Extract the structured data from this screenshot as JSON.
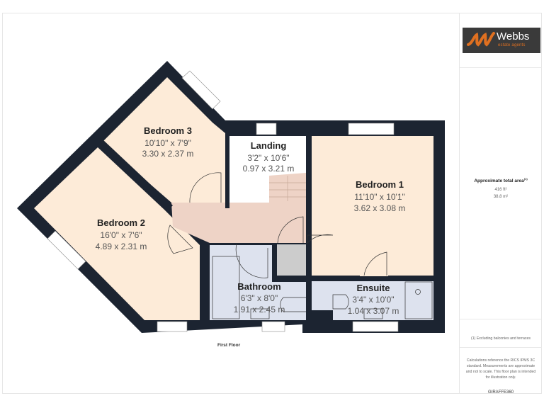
{
  "brand": {
    "name": "Webbs",
    "tagline": "estate agents",
    "logo_bg": "#3a3a3a",
    "accent": "#e07020"
  },
  "area": {
    "title": "Approximate total area",
    "footnote_mark": "(1)",
    "sqft": "416 ft²",
    "sqm": "38.8 m²"
  },
  "notes": {
    "exclusion": "(1) Excluding balconies and terraces",
    "calculations": "Calculations reference the RICS IPMS 3C standard. Measurements are approximate and not to scale. This floor plan is intended for illustration only.",
    "provider": "GIRAFFE360"
  },
  "floor": {
    "label": "First Floor"
  },
  "colors": {
    "wall": "#1c2431",
    "room": "#fdebd8",
    "hall": "#eed3c6",
    "wet": "#dde2ee",
    "cupboard": "#cccccc"
  },
  "rooms": [
    {
      "name": "Bedroom 3",
      "imperial": "10'10\" x 7'9\"",
      "metric": "3.30 x 2.37 m"
    },
    {
      "name": "Landing",
      "imperial": "3'2\" x 10'6\"",
      "metric": "0.97 x 3.21 m"
    },
    {
      "name": "Bedroom 1",
      "imperial": "11'10\" x 10'1\"",
      "metric": "3.62 x 3.08 m"
    },
    {
      "name": "Bedroom 2",
      "imperial": "16'0\" x 7'6\"",
      "metric": "4.89 x 2.31 m"
    },
    {
      "name": "Bathroom",
      "imperial": "6'3\" x 8'0\"",
      "metric": "1.91 x 2.45 m"
    },
    {
      "name": "Ensuite",
      "imperial": "3'4\" x 10'0\"",
      "metric": "1.04 x 3.07 m"
    }
  ]
}
